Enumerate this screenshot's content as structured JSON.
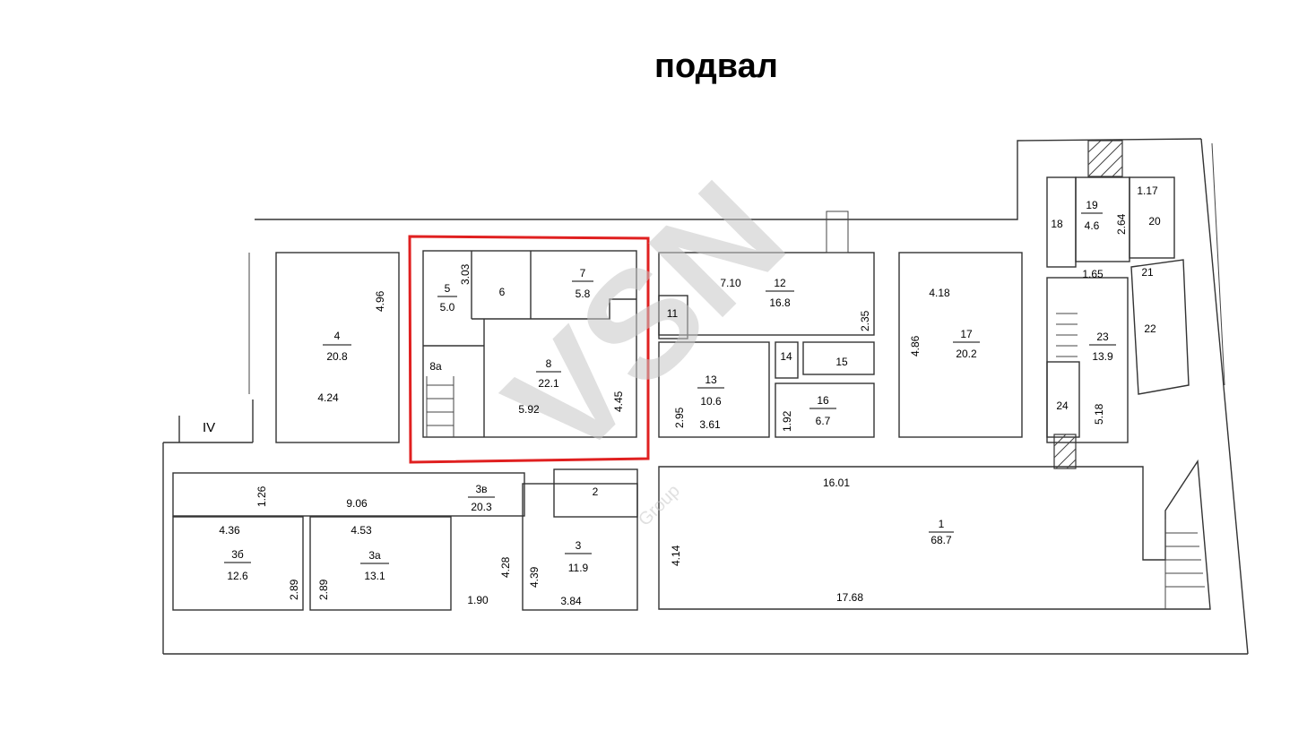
{
  "title": "подвал",
  "watermark": {
    "brand": "VSN",
    "sub": "Group"
  },
  "floor_marker": "IV",
  "highlight_color": "#e02020",
  "rooms": [
    {
      "id": "room-1",
      "num": "1",
      "area": "68.7"
    },
    {
      "id": "room-2",
      "num": "2"
    },
    {
      "id": "room-3",
      "num": "3",
      "area": "11.9"
    },
    {
      "id": "room-3a",
      "num": "3а",
      "area": "13.1"
    },
    {
      "id": "room-3b",
      "num": "3б",
      "area": "12.6"
    },
    {
      "id": "room-3v",
      "num": "3в",
      "area": "20.3"
    },
    {
      "id": "room-4",
      "num": "4",
      "area": "20.8"
    },
    {
      "id": "room-5",
      "num": "5",
      "area": "5.0"
    },
    {
      "id": "room-6",
      "num": "6"
    },
    {
      "id": "room-7",
      "num": "7",
      "area": "5.8"
    },
    {
      "id": "room-8",
      "num": "8",
      "area": "22.1"
    },
    {
      "id": "room-8a",
      "num": "8а"
    },
    {
      "id": "room-11",
      "num": "11"
    },
    {
      "id": "room-12",
      "num": "12",
      "area": "16.8"
    },
    {
      "id": "room-13",
      "num": "13",
      "area": "10.6"
    },
    {
      "id": "room-14",
      "num": "14"
    },
    {
      "id": "room-15",
      "num": "15"
    },
    {
      "id": "room-16",
      "num": "16",
      "area": "6.7"
    },
    {
      "id": "room-17",
      "num": "17",
      "area": "20.2"
    },
    {
      "id": "room-18",
      "num": "18"
    },
    {
      "id": "room-19",
      "num": "19",
      "area": "4.6"
    },
    {
      "id": "room-20",
      "num": "20"
    },
    {
      "id": "room-21",
      "num": "21"
    },
    {
      "id": "room-22",
      "num": "22"
    },
    {
      "id": "room-23",
      "num": "23",
      "area": "13.9"
    },
    {
      "id": "room-24",
      "num": "24"
    }
  ],
  "dimensions": [
    "4.96",
    "4.24",
    "3.03",
    "4.45",
    "5.92",
    "7.10",
    "2.35",
    "2.95",
    "3.61",
    "1.92",
    "4.18",
    "4.86",
    "1.17",
    "2.64",
    "1.65",
    "5.18",
    "16.01",
    "17.68",
    "4.14",
    "1.26",
    "9.06",
    "4.36",
    "4.53",
    "2.89",
    "2.89",
    "4.28",
    "1.90",
    "4.39",
    "3.84"
  ]
}
